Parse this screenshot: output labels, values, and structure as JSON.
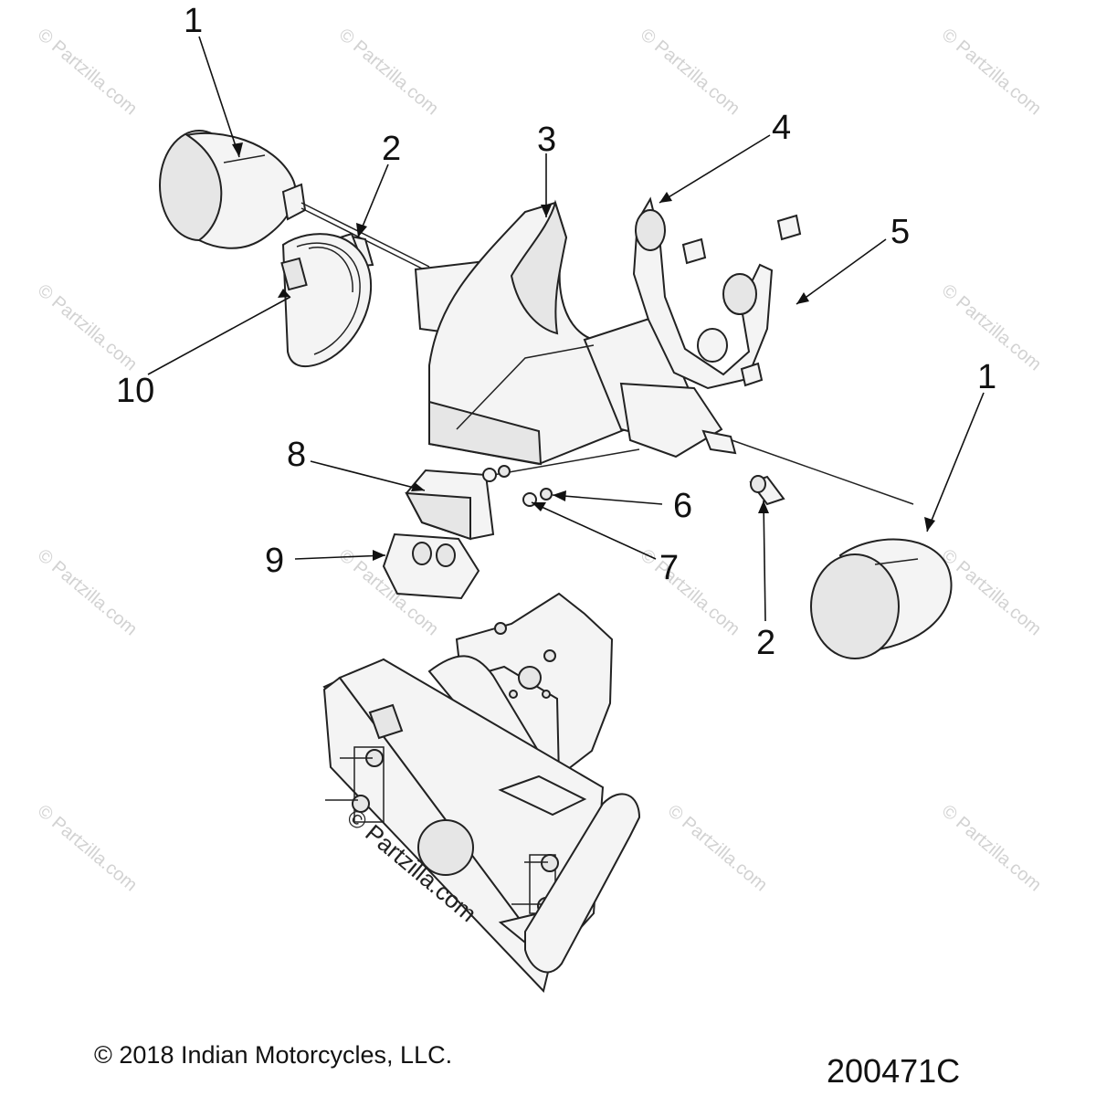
{
  "callouts": [
    {
      "id": "c1a",
      "label": "1"
    },
    {
      "id": "c2a",
      "label": "2"
    },
    {
      "id": "c3",
      "label": "3"
    },
    {
      "id": "c4",
      "label": "4"
    },
    {
      "id": "c5",
      "label": "5"
    },
    {
      "id": "c10",
      "label": "10"
    },
    {
      "id": "c1b",
      "label": "1"
    },
    {
      "id": "c8",
      "label": "8"
    },
    {
      "id": "c6",
      "label": "6"
    },
    {
      "id": "c9",
      "label": "9"
    },
    {
      "id": "c7",
      "label": "7"
    },
    {
      "id": "c2b",
      "label": "2"
    }
  ],
  "watermark": {
    "text": "© Partzilla.com"
  },
  "footer": {
    "copyright": "© 2018 Indian Motorcycles, LLC.",
    "drawing_number": "200471C"
  }
}
